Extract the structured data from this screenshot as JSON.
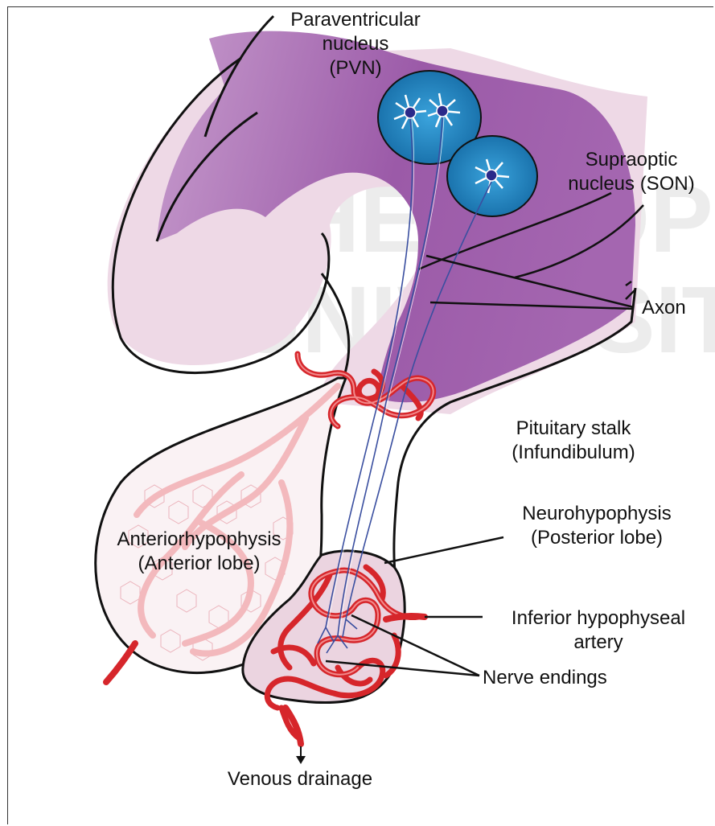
{
  "labels": {
    "pvn": [
      "Paraventricular",
      "nucleus",
      "(PVN)"
    ],
    "son": [
      "Supraoptic",
      "nucleus (SON)"
    ],
    "axon": "Axon",
    "stalk": [
      "Pituitary stalk",
      "(Infundibulum)"
    ],
    "neuro": [
      "Neurohypophysis",
      "(Posterior lobe)"
    ],
    "anterior": [
      "Anteriorhypophysis",
      "(Anterior lobe)"
    ],
    "artery": [
      "Inferior hypophyseal",
      "artery"
    ],
    "nerve": "Nerve endings",
    "venous": "Venous drainage"
  },
  "watermark": {
    "line1": "THE PEOPLE",
    "line2": "UNIVERSITY"
  },
  "colors": {
    "hypothalamus": "#9b5aa8",
    "pale_tissue": "#ecd6e4",
    "nucleus_fill": "#1f7bb8",
    "vessel": "#d6262b",
    "axon": "#3a4fa0",
    "anterior_fill": "#faf2f4"
  }
}
